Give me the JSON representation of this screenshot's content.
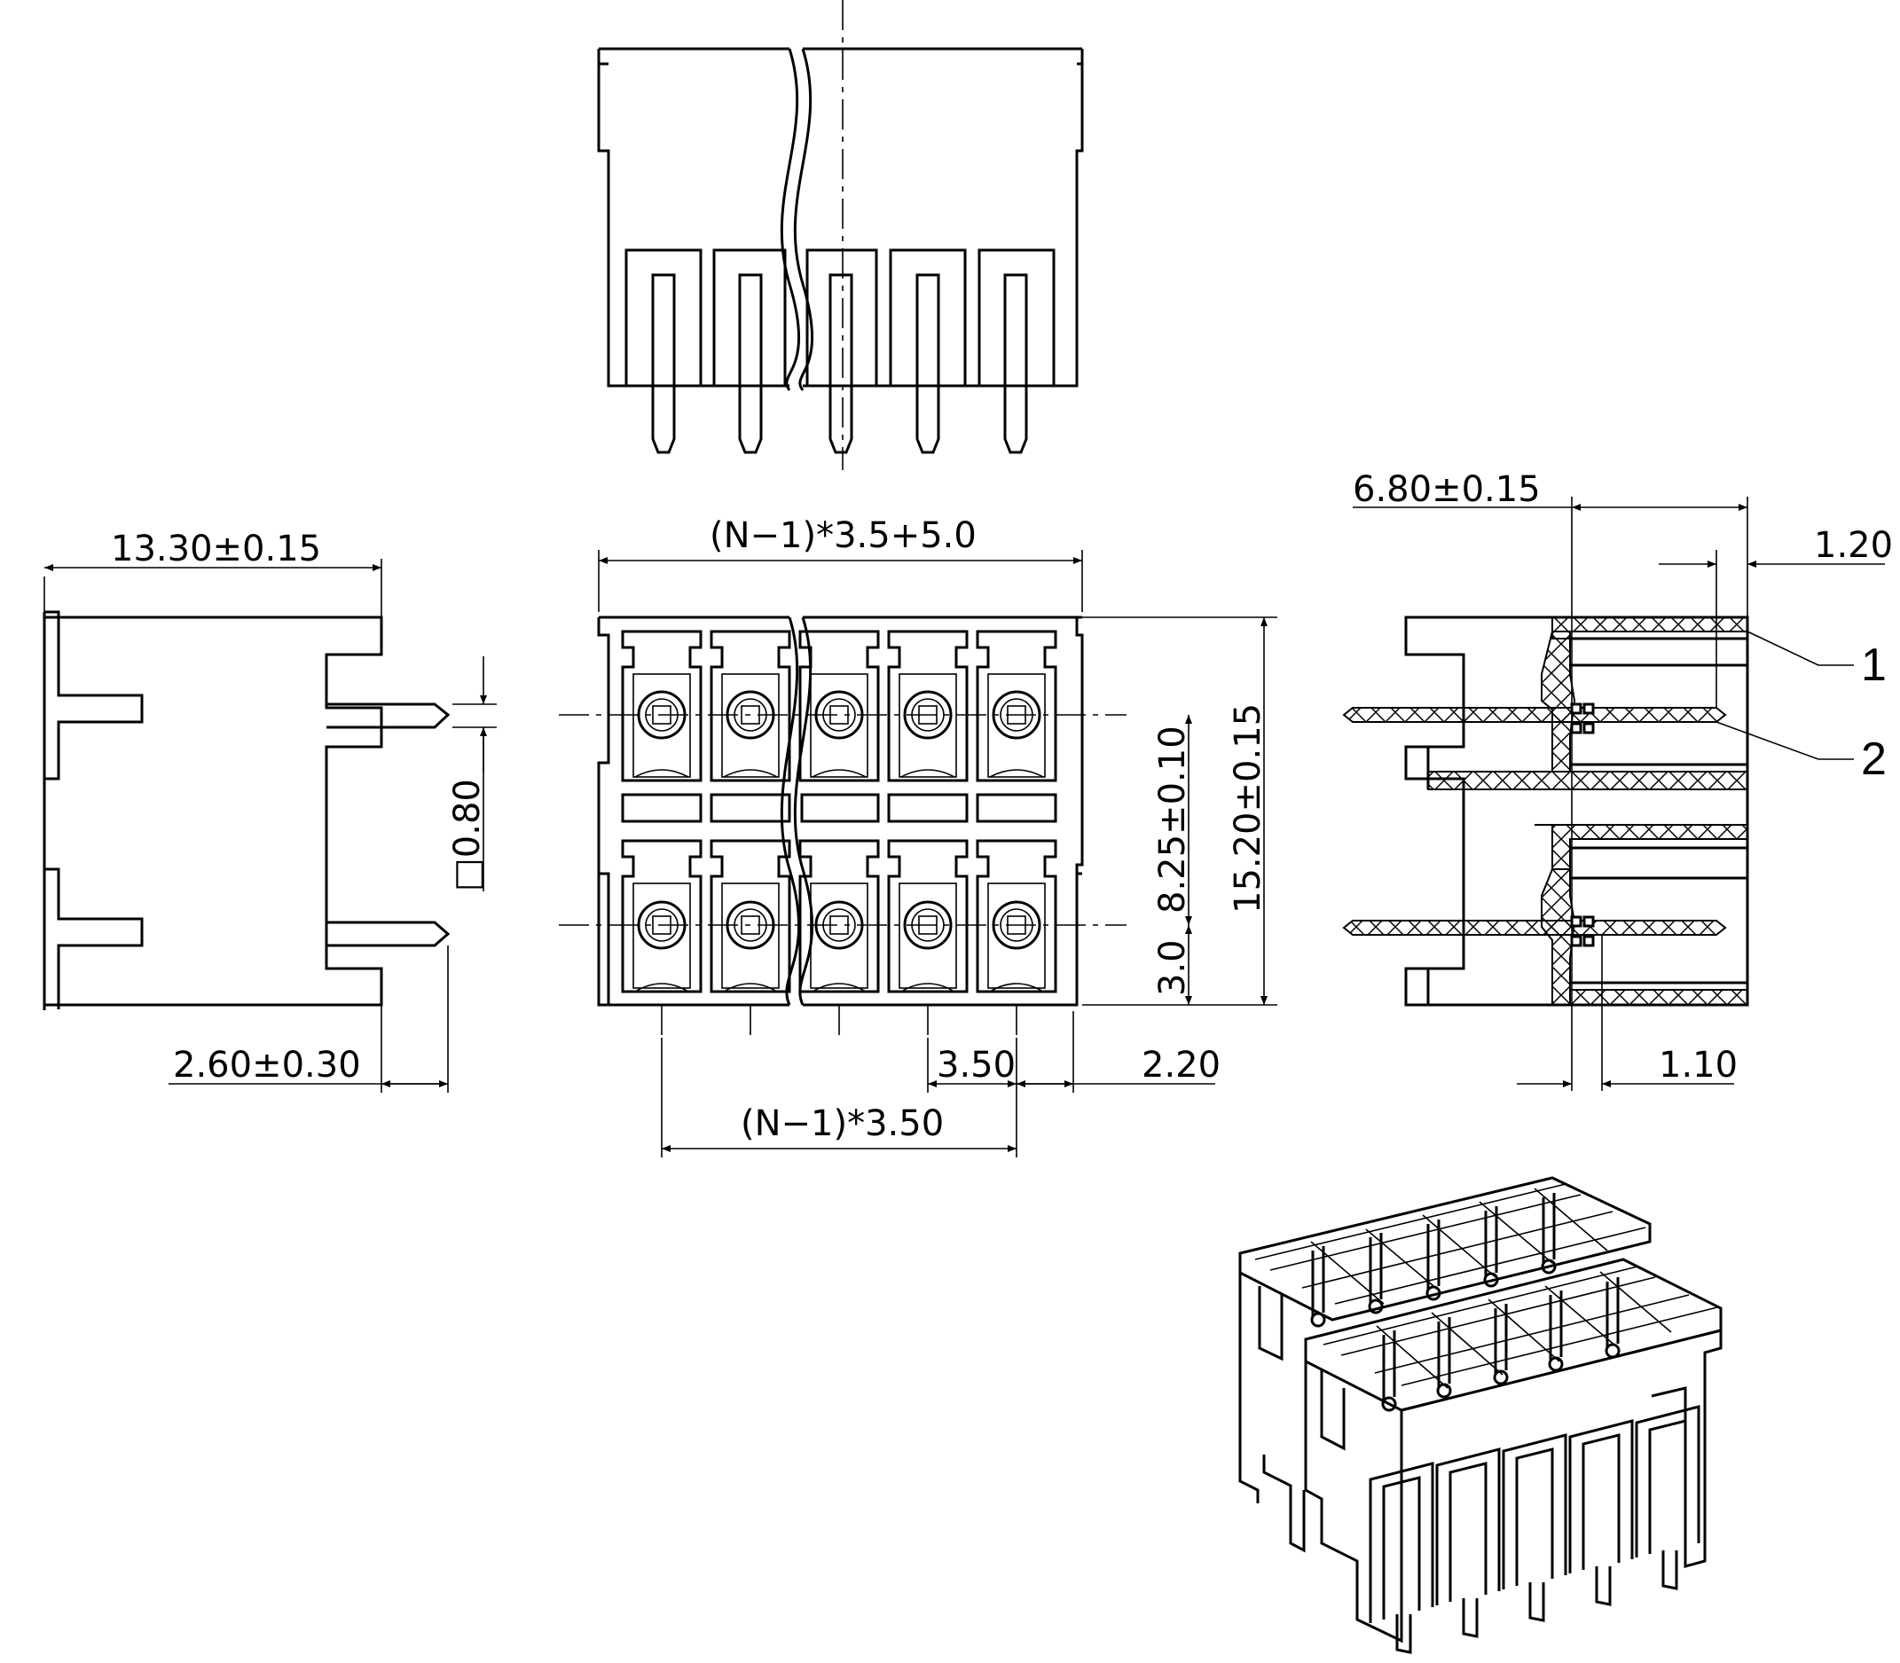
{
  "dimensions": {
    "width_13_30": "13.30±0.15",
    "pitch_formula_total": "(N−1)*3.5+5.0",
    "offset_2_60": "2.60±0.30",
    "pin_square": "□0.80",
    "row_spacing": "8.25±0.10",
    "height_15_20": "15.20±0.15",
    "bottom_3_0": "3.0",
    "pitch_3_50": "3.50",
    "edge_2_20": "2.20",
    "pitch_formula_pins": "(N−1)*3.50",
    "depth_6_80": "6.80±0.15",
    "tip_1_20": "1.20",
    "offset_1_10": "1.10"
  },
  "callouts": {
    "item_1": "1",
    "item_2": "2"
  },
  "colors": {
    "line": "#000000",
    "background": "#ffffff"
  }
}
